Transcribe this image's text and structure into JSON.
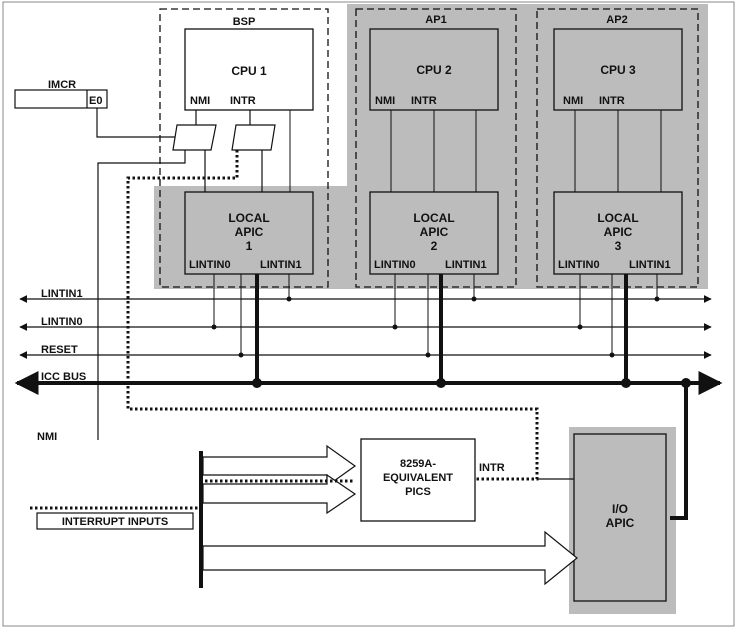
{
  "imcr": {
    "title": "IMCR",
    "bit": "E0"
  },
  "bsp": {
    "title": "BSP",
    "cpu": "CPU 1",
    "nmi": "NMI",
    "intr": "INTR",
    "apic_line1": "LOCAL",
    "apic_line2": "APIC",
    "apic_line3": "1",
    "lintin0": "LINTIN0",
    "lintin1": "LINTIN1"
  },
  "ap1": {
    "title": "AP1",
    "cpu": "CPU 2",
    "nmi": "NMI",
    "intr": "INTR",
    "apic_line1": "LOCAL",
    "apic_line2": "APIC",
    "apic_line3": "2",
    "lintin0": "LINTIN0",
    "lintin1": "LINTIN1"
  },
  "ap2": {
    "title": "AP2",
    "cpu": "CPU 3",
    "nmi": "NMI",
    "intr": "INTR",
    "apic_line1": "LOCAL",
    "apic_line2": "APIC",
    "apic_line3": "3",
    "lintin0": "LINTIN0",
    "lintin1": "LINTIN1"
  },
  "buses": {
    "lintin1": "LINTIN1",
    "lintin0": "LINTIN0",
    "reset": "RESET",
    "icc": "ICC BUS"
  },
  "nmi_input": "NMI",
  "pic": {
    "line1": "8259A-",
    "line2": "EQUIVALENT",
    "line3": "PICS",
    "intr": "INTR"
  },
  "io_apic": {
    "line1": "I/O",
    "line2": "APIC"
  },
  "interrupt_inputs": "INTERRUPT INPUTS",
  "colors": {
    "shade": "#bcbcbc",
    "line": "#111111",
    "box": "#ffffff"
  }
}
